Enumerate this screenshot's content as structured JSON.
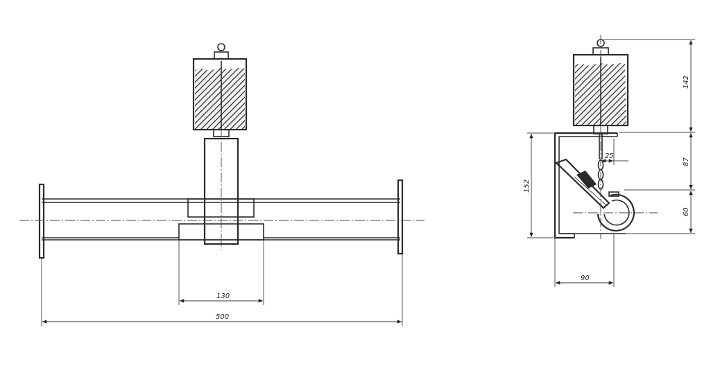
{
  "front_view": {
    "dims": {
      "span_130": "130",
      "length_500": "500"
    }
  },
  "side_view": {
    "dims": {
      "d_142": "142",
      "d_87": "87",
      "d_60": "60",
      "d_152": "152",
      "d_25": "25",
      "d_90": "90"
    }
  }
}
